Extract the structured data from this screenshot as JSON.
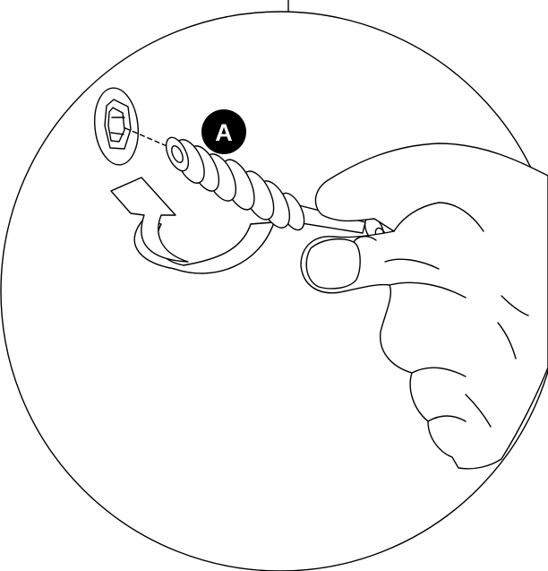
{
  "callout": {
    "label": "A",
    "bg_color": "#000000",
    "text_color": "#ffffff"
  },
  "colors": {
    "line": "#000000",
    "background": "#ffffff",
    "arrow_band": "#c8c8c8"
  },
  "icons": [
    "detail-circle",
    "hex-port",
    "valve-stem-part",
    "rotation-arrow-icon",
    "hand"
  ]
}
